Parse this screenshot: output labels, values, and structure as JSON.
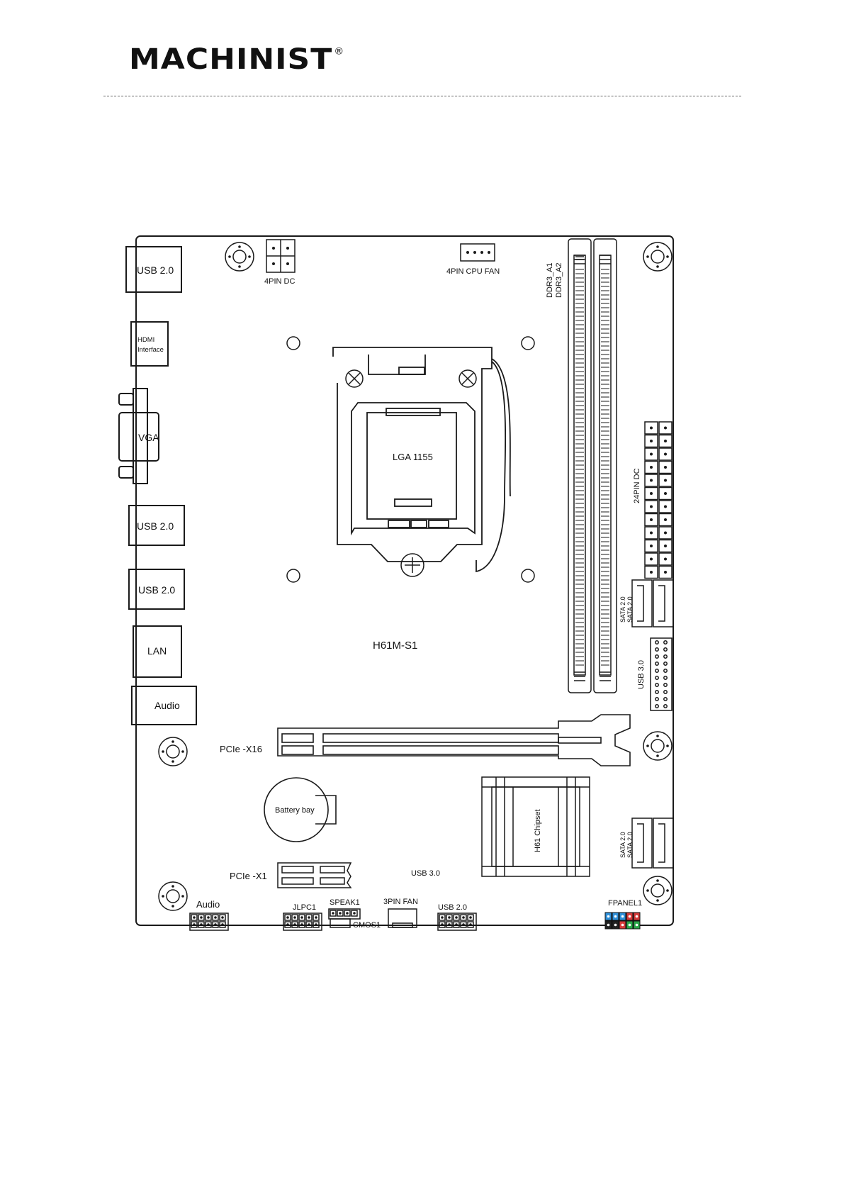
{
  "header": {
    "brand": "MACHINIST",
    "registered_mark": "®"
  },
  "board": {
    "model": "H61M-S1",
    "cpu_socket": "LGA 1155",
    "chipset": "H61 Chipset",
    "battery": "Battery bay",
    "io_panel": {
      "usb_top": "USB 2.0",
      "hdmi_line1": "HDMI",
      "hdmi_line2": "Interface",
      "vga": "VGA",
      "usb_mid1": "USB 2.0",
      "usb_mid2": "USB 2.0",
      "lan": "LAN",
      "audio": "Audio"
    },
    "connectors": {
      "pin4_dc": "4PIN DC",
      "cpu_fan": "4PIN CPU FAN",
      "ddr_a1": "DDR3_A1",
      "ddr_a2": "DDR3_A2",
      "pin24_dc": "24PIN DC",
      "sata_top_1": "SATA 2.0",
      "sata_top_2": "SATA 2.0",
      "usb30_right": "USB 3.0",
      "pcie_x16": "PCIe -X16",
      "pcie_x1": "PCIe -X1",
      "sata_bottom_1": "SATA 2.0",
      "sata_bottom_2": "SATA 2.0",
      "usb30_bottom": "USB 3.0",
      "audio_header": "Audio",
      "jlpc1": "JLPC1",
      "speak1": "SPEAK1",
      "cmos1": "CMOS1",
      "fan3pin": "3PIN FAN",
      "usb20_header": "USB 2.0",
      "fpanel1": "FPANEL1"
    },
    "fpanel_colors": [
      "#2f8fd8",
      "#2f8fd8",
      "#2f8fd8",
      "#d43a3a",
      "#d43a3a",
      "#222222",
      "#222222",
      "#d43a3a",
      "#2aa84a",
      "#2aa84a"
    ]
  }
}
